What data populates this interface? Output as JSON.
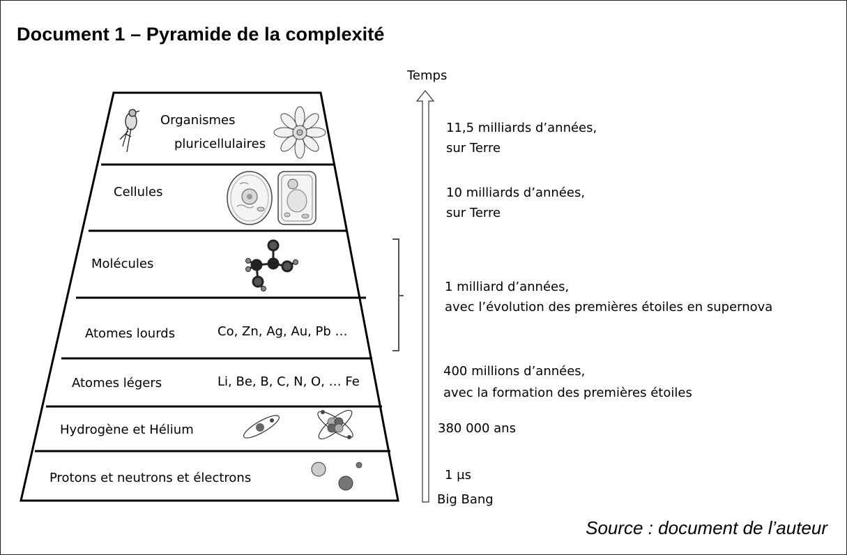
{
  "title": "Document 1 – Pyramide de la complexité",
  "source": "Source : document de l’auteur",
  "axis": {
    "label": "Temps"
  },
  "levels": [
    {
      "name": "Organismes",
      "name2": "pluricellulaires",
      "icons": [
        "bird-icon",
        "flower-icon"
      ]
    },
    {
      "name": "Cellules",
      "icons": [
        "animal-cell-icon",
        "plant-cell-icon"
      ]
    },
    {
      "name": "Molécules",
      "icons": [
        "molecule-icon"
      ]
    },
    {
      "name": "Atomes lourds",
      "examples": "Co, Zn, Ag, Au, Pb …"
    },
    {
      "name": "Atomes légers",
      "examples": "Li, Be, B, C, N, O, … Fe"
    },
    {
      "name": "Hydrogène et Hélium",
      "icons": [
        "hydrogen-atom-icon",
        "helium-atom-icon"
      ]
    },
    {
      "name": "Protons et neutrons et électrons",
      "icons": [
        "particles-icon"
      ]
    }
  ],
  "timeline": [
    {
      "line1": "11,5 milliards d’années,",
      "line2": "sur Terre"
    },
    {
      "line1": "10 milliards d’années,",
      "line2": "sur Terre"
    },
    {
      "line1": "1 milliard d’années,",
      "line2": "avec l’évolution des premières étoiles en supernova"
    },
    {
      "line1": "400  millions d’années,",
      "line2": "avec la formation des premières étoiles"
    },
    {
      "line1": "380 000 ans"
    },
    {
      "line1": "1 µs"
    },
    {
      "line1": "Big Bang"
    }
  ]
}
